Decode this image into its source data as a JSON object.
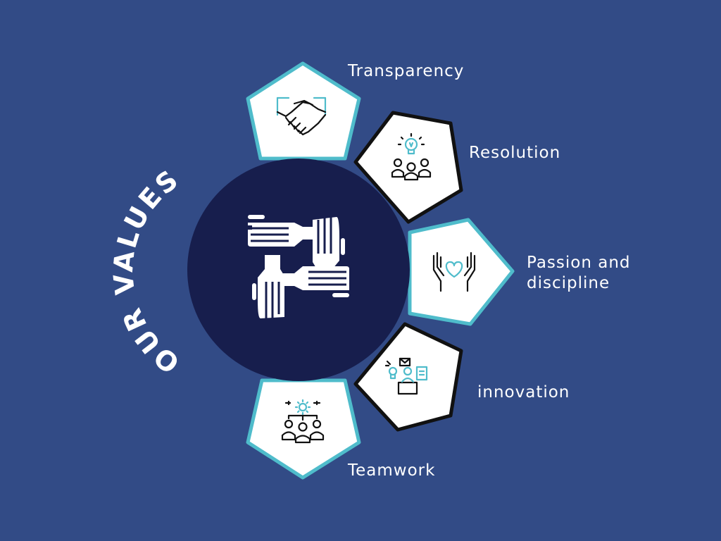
{
  "title": "OUR VALUES",
  "values": [
    {
      "label": "Transparency",
      "icon": "handshake-icon"
    },
    {
      "label": "Resolution",
      "icon": "lightbulb-team-icon"
    },
    {
      "label": "Passion and discipline",
      "icon": "hands-heart-icon"
    },
    {
      "label": "innovation",
      "icon": "idea-presentation-icon"
    },
    {
      "label": "Teamwork",
      "icon": "gear-team-icon"
    }
  ],
  "center_icon": "stacked-hands-icon",
  "colors": {
    "background": "#324b86",
    "center_circle": "#171e4d",
    "petal_fill": "#ffffff",
    "accent_teal": "#4fbccb",
    "petal_dark_border": "#111111",
    "text": "#ffffff"
  }
}
